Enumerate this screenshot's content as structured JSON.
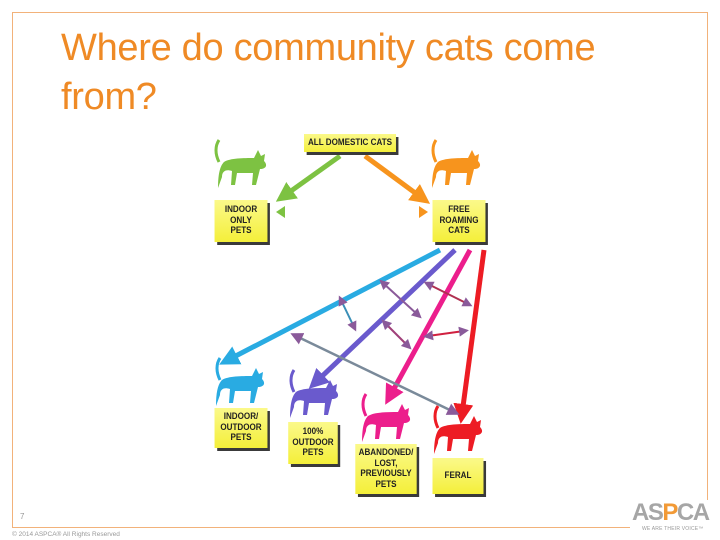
{
  "slide": {
    "title": "Where do community cats come from?",
    "number": "7",
    "copyright": "© 2014 ASPCA®   All Rights Reserved",
    "frame_color": "#f2b27a",
    "title_color": "#ef8a25"
  },
  "logo": {
    "word_pre": "AS",
    "word_accent": "P",
    "word_post": "CA",
    "tagline": "WE ARE THEIR VOICE™"
  },
  "diagram": {
    "nodes": {
      "all_domestic": "ALL DOMESTIC CATS",
      "indoor_only": "INDOOR\nONLY\nPETS",
      "free_roaming": "FREE\nROAMING\nCATS",
      "indoor_outdoor": "INDOOR/\nOUTDOOR\nPETS",
      "outdoor_100": "100%\nOUTDOOR\nPETS",
      "abandoned": "ABANDONED/\nLOST,\nPREVIOUSLY\nPETS",
      "feral": "FERAL"
    },
    "colors": {
      "indoor_only": "#7dc242",
      "free_roaming": "#f7941d",
      "indoor_outdoor": "#29abe2",
      "outdoor_100": "#6a5acd",
      "abandoned": "#ec1e8c",
      "feral": "#ed1c24",
      "label_bg": "#f6f24a"
    }
  }
}
